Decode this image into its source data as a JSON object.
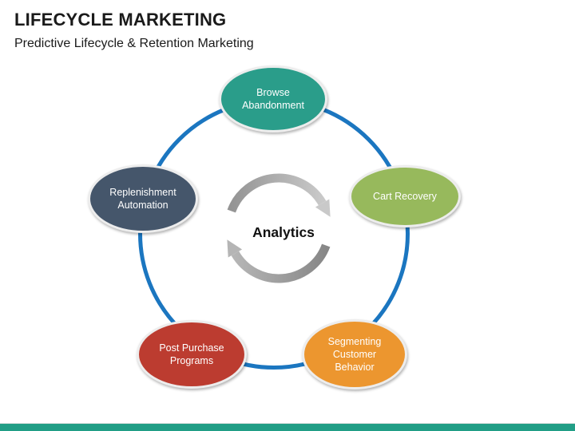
{
  "slide": {
    "title": "LIFECYCLE MARKETING",
    "subtitle": "Predictive Lifecycle & Retention Marketing"
  },
  "diagram": {
    "center_label": "Analytics",
    "ring_color": "#1b76c0",
    "arrow_color_dark": "#8c8c8c",
    "arrow_color_light": "#c6c6c6",
    "nodes": [
      {
        "id": "browse-abandonment",
        "label": "Browse Abandonment",
        "color": "#2a9d8a"
      },
      {
        "id": "cart-recovery",
        "label": "Cart Recovery",
        "color": "#97b95c"
      },
      {
        "id": "segmenting-customer-behavior",
        "label": "Segmenting Customer Behavior",
        "color": "#ec962f"
      },
      {
        "id": "post-purchase-programs",
        "label": "Post Purchase Programs",
        "color": "#bc3c30"
      },
      {
        "id": "replenishment-automation",
        "label": "Replenishment Automation",
        "color": "#45566b"
      }
    ]
  },
  "footer": {
    "bar_color": "#219e86"
  }
}
